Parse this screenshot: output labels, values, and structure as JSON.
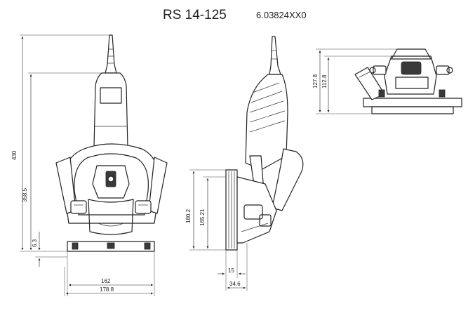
{
  "header": {
    "model": "RS 14-125",
    "order_number": "6.03824XX0"
  },
  "dimensions": {
    "total_height": "430",
    "height_to_base": "358.5",
    "base_offset": "6.3",
    "guard_width": "162",
    "overall_width": "178.8",
    "side_height": "180.2",
    "side_height_inner": "165.21",
    "lip_height": "15",
    "side_depth": "34.6",
    "top_height": "127.8",
    "top_height_inner": "112.8"
  }
}
